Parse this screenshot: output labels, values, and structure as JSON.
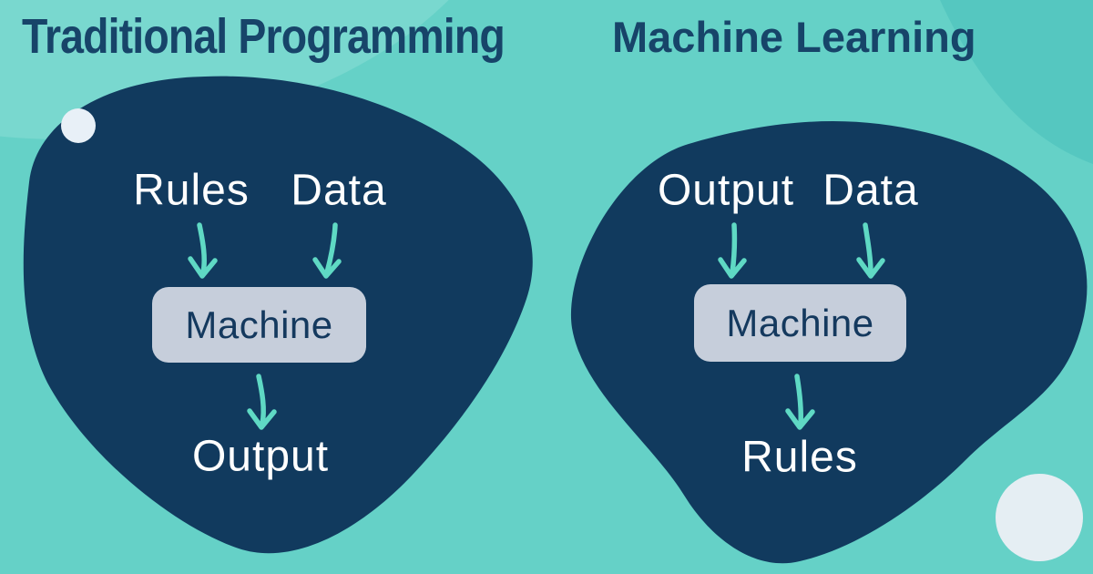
{
  "titles": {
    "left": "Traditional Programming",
    "right": "Machine Learning"
  },
  "diagrams": [
    {
      "name": "traditional-programming",
      "inputs": [
        "Rules",
        "Data"
      ],
      "processor": "Machine",
      "result": "Output"
    },
    {
      "name": "machine-learning",
      "inputs": [
        "Output",
        "Data"
      ],
      "processor": "Machine",
      "result": "Rules"
    }
  ],
  "colors": {
    "bg": "#65d1c7",
    "bg-light-blob": "#79d8cf",
    "bg-dark-blob": "#55c7c0",
    "navy": "#113a5e",
    "title": "#174469",
    "box": "#c6cedb",
    "box-text": "#14395e",
    "label": "#ffffff",
    "arrow": "#5fd9c4",
    "dot-small": "#e8f0f7",
    "dot-large": "#e5eef3"
  }
}
